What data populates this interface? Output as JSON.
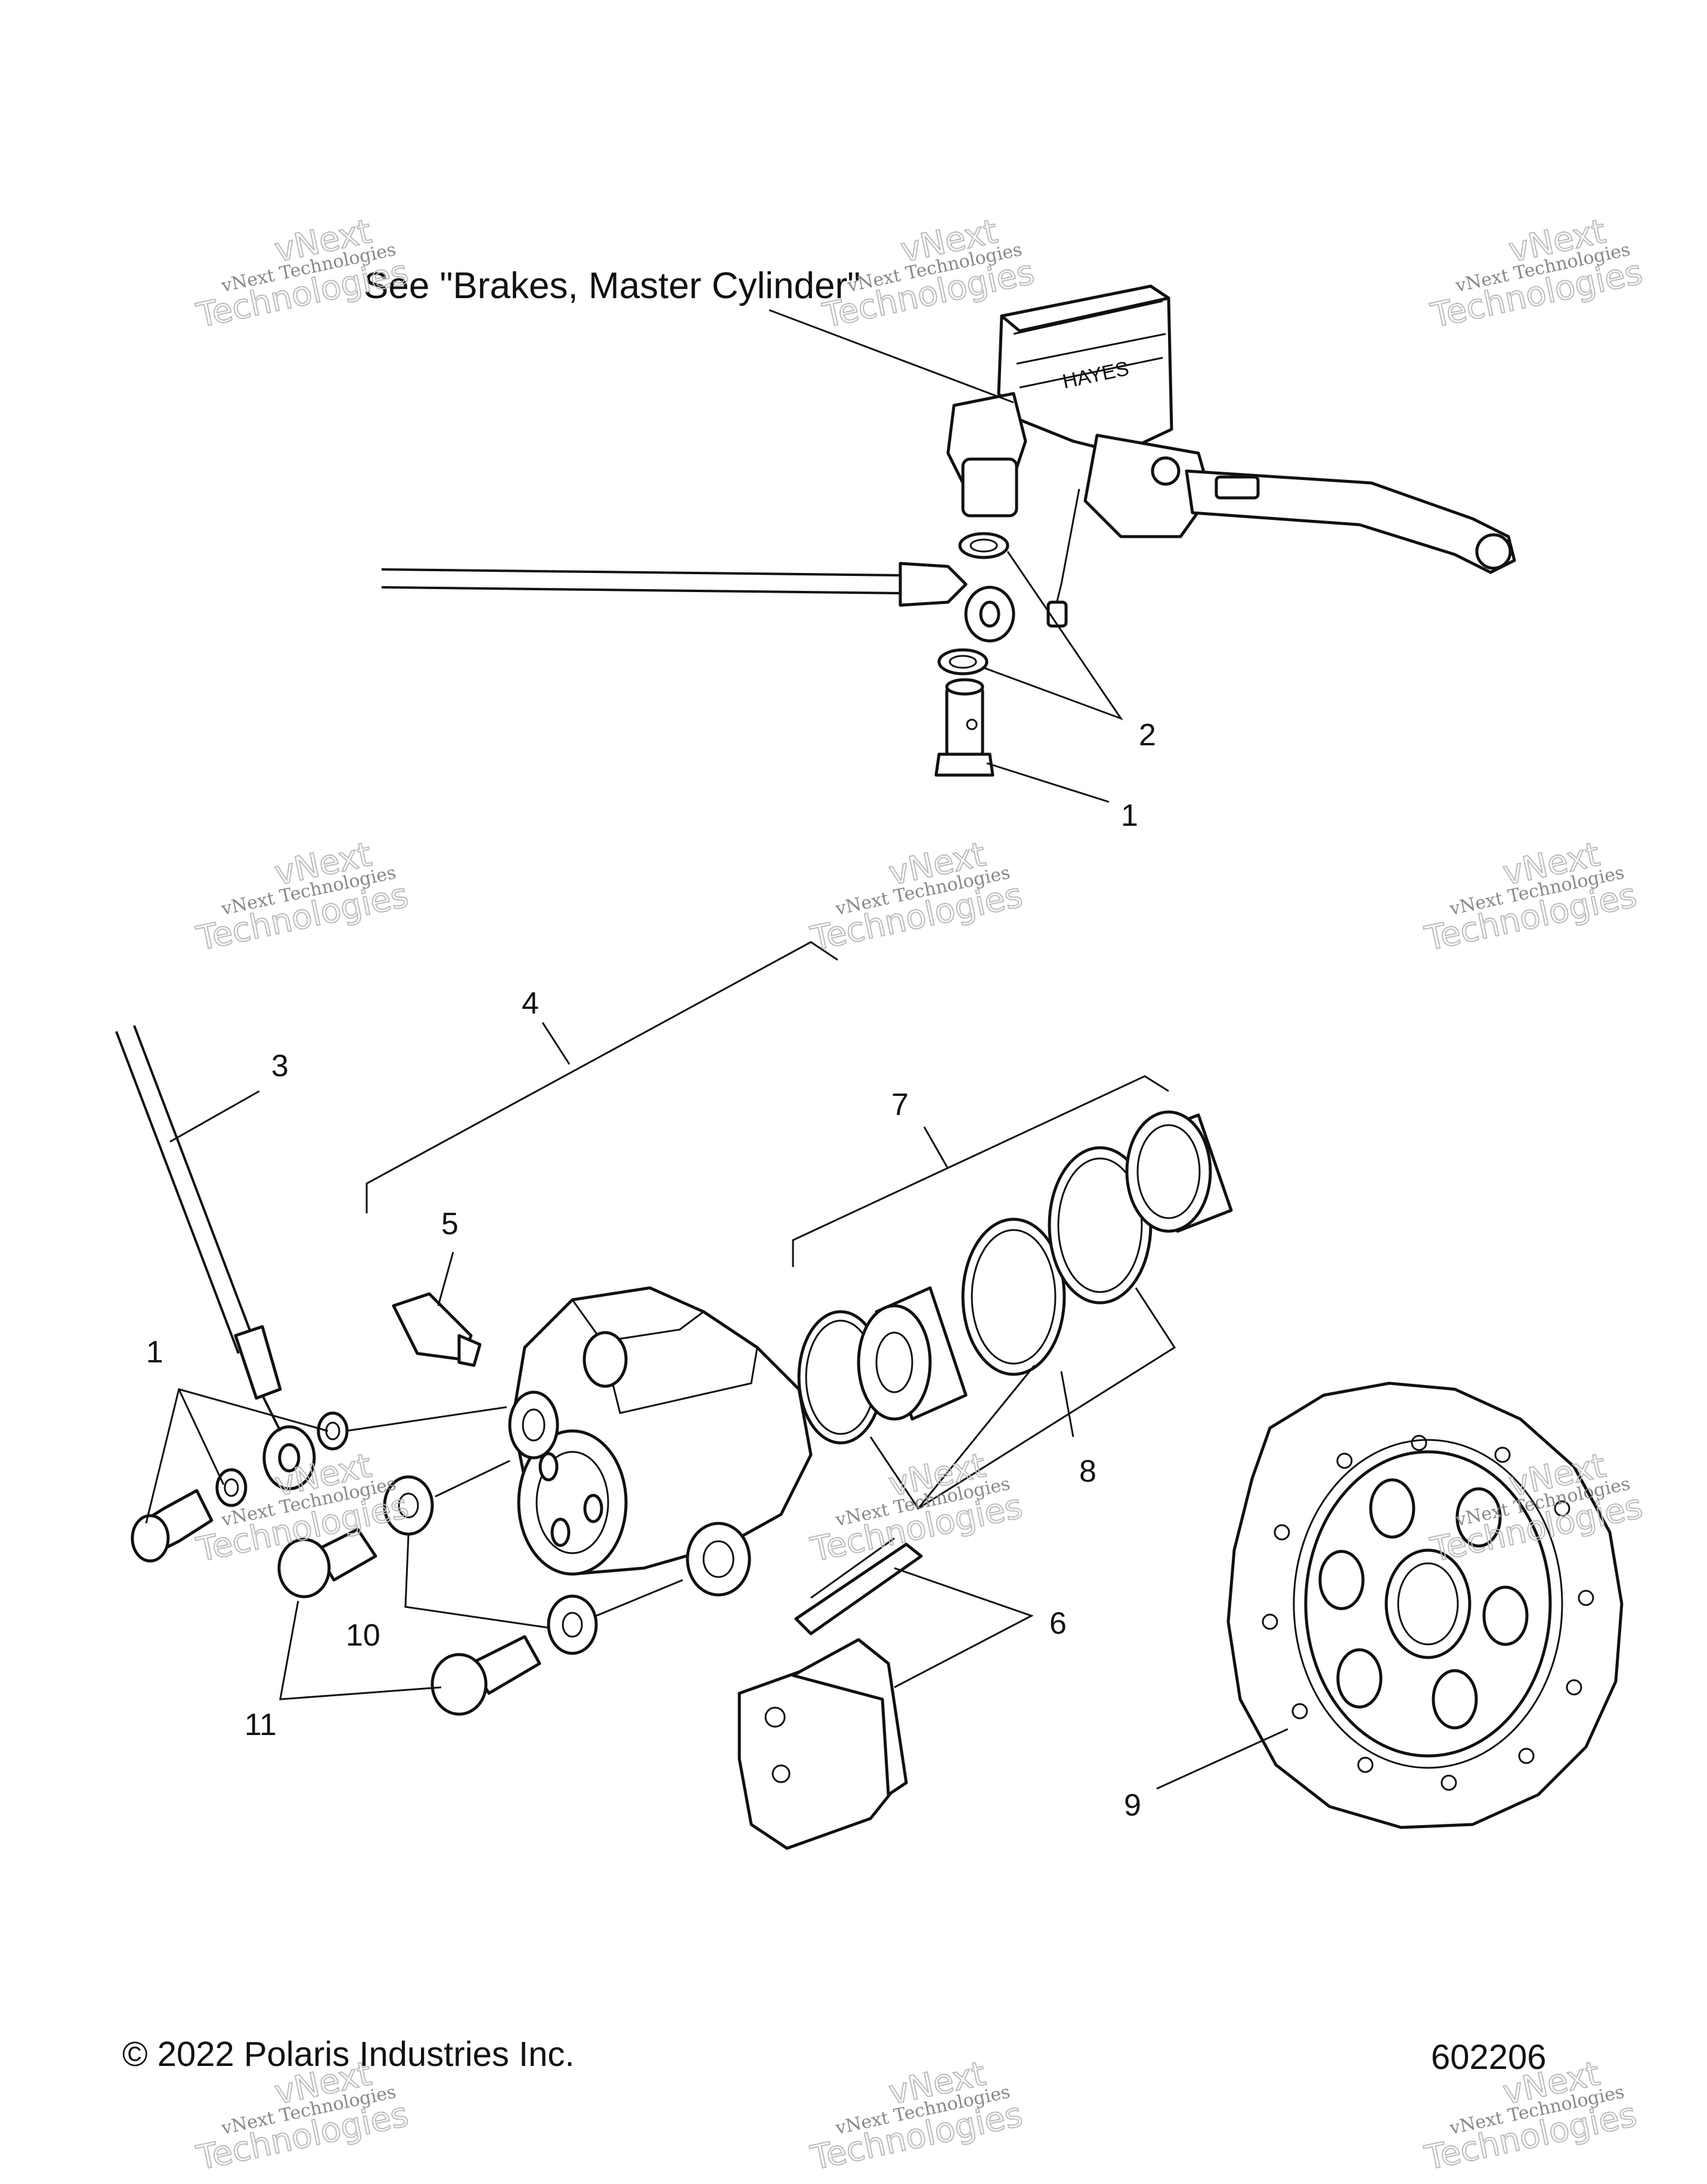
{
  "reference_note": "See \"Brakes, Master Cylinder\"",
  "master_cylinder_brand": "HAYES",
  "callouts": {
    "c1_top": "1",
    "c2": "2",
    "c3": "3",
    "c4": "4",
    "c5": "5",
    "c6": "6",
    "c7": "7",
    "c8": "8",
    "c9": "9",
    "c10": "10",
    "c1_left": "1",
    "c11": "11"
  },
  "footer": {
    "copyright": "© 2022 Polaris Industries Inc.",
    "diagram_number": "602206"
  },
  "watermark": {
    "line1": "vNext Technologies",
    "line2": "vNext",
    "line3": "Technologies"
  }
}
